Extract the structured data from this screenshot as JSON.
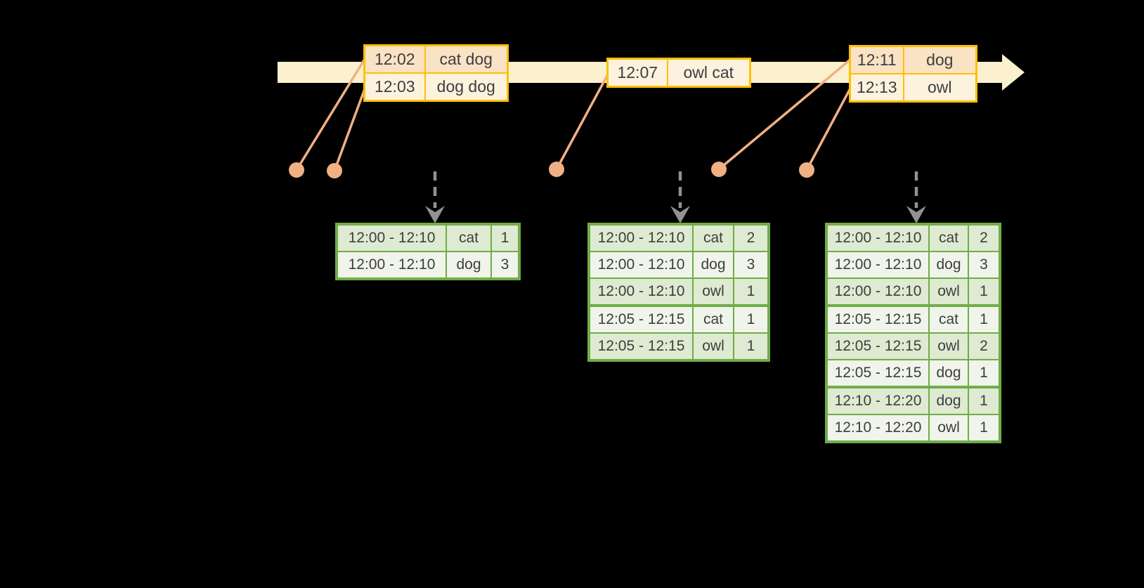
{
  "colors": {
    "background": "#000000",
    "timeline_fill": "#FCF1CE",
    "event_table_border": "#FFC000",
    "event_row_dark": "#FAE2C5",
    "event_row_light": "#FDF2DE",
    "connector_orange": "#F1B083",
    "trigger_gray": "#929292",
    "result_table_border": "#70AD47",
    "result_row_dark": "#DEEAD2",
    "result_row_light": "#F0F4EB",
    "text": "#3E3E3E"
  },
  "event_tables": [
    {
      "rows": [
        {
          "time": "12:02",
          "words": "cat dog"
        },
        {
          "time": "12:03",
          "words": "dog dog"
        }
      ]
    },
    {
      "rows": [
        {
          "time": "12:07",
          "words": "owl cat"
        }
      ]
    },
    {
      "rows": [
        {
          "time": "12:11",
          "words": "dog"
        },
        {
          "time": "12:13",
          "words": "owl"
        }
      ]
    }
  ],
  "result_tables": [
    {
      "rows": [
        {
          "window": "12:00 - 12:10",
          "word": "cat",
          "count": 1
        },
        {
          "window": "12:00 - 12:10",
          "word": "dog",
          "count": 3
        }
      ]
    },
    {
      "rows": [
        {
          "window": "12:00 - 12:10",
          "word": "cat",
          "count": 2
        },
        {
          "window": "12:00 - 12:10",
          "word": "dog",
          "count": 3
        },
        {
          "window": "12:00 - 12:10",
          "word": "owl",
          "count": 1
        },
        {
          "window": "12:05 - 12:15",
          "word": "cat",
          "count": 1
        },
        {
          "window": "12:05 - 12:15",
          "word": "owl",
          "count": 1
        }
      ]
    },
    {
      "rows": [
        {
          "window": "12:00 - 12:10",
          "word": "cat",
          "count": 2
        },
        {
          "window": "12:00 - 12:10",
          "word": "dog",
          "count": 3
        },
        {
          "window": "12:00 - 12:10",
          "word": "owl",
          "count": 1
        },
        {
          "window": "12:05 - 12:15",
          "word": "cat",
          "count": 1
        },
        {
          "window": "12:05 - 12:15",
          "word": "owl",
          "count": 2
        },
        {
          "window": "12:05 - 12:15",
          "word": "dog",
          "count": 1
        },
        {
          "window": "12:10 - 12:20",
          "word": "dog",
          "count": 1
        },
        {
          "window": "12:10 - 12:20",
          "word": "owl",
          "count": 1
        }
      ]
    }
  ]
}
